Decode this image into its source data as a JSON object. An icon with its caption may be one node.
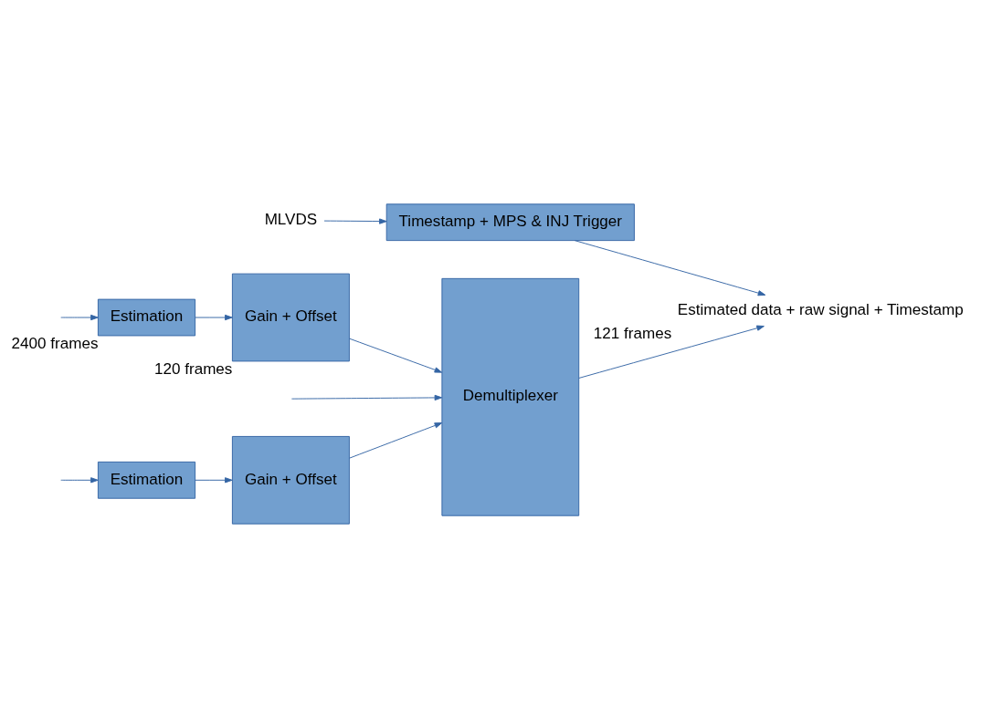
{
  "diagram": {
    "nodes": [
      {
        "text": [
          "Estimation"
        ]
      },
      {
        "text": [
          "Gain + Offset"
        ]
      },
      {
        "text": [
          "Demultiplexer"
        ]
      },
      {
        "text": [
          "Estimation"
        ],
        "beside": [
          "2400 frames"
        ]
      },
      {
        "text": [
          "Gain + Offset"
        ],
        "beside": [
          "120 frames"
        ]
      },
      {
        "text": [
          "Timestamp + MPS & INJ Trigger"
        ]
      },
      {
        "text": [
          "Estimated data + raw signal + Timestamp"
        ],
        "beside": [
          "121 frames"
        ]
      },
      {
        "text": [
          "MLVDS"
        ]
      }
    ],
    "edges": [
      {
        "from": null,
        "to": 0,
        "arrow": "to"
      },
      {
        "from": 0,
        "to": 1,
        "arrow": "to"
      },
      {
        "from": 1,
        "to": 2,
        "arrow": "to"
      },
      {
        "from": null,
        "to": 2,
        "arrow": "to"
      },
      {
        "from": null,
        "to": 3,
        "arrow": "to"
      },
      {
        "from": 3,
        "to": 4,
        "arrow": "to"
      },
      {
        "from": 4,
        "to": 2,
        "arrow": "to"
      },
      {
        "from": 2,
        "to": 6,
        "arrow": "to"
      },
      {
        "from": 5,
        "to": 6,
        "arrow": "to"
      },
      {
        "from": 7,
        "to": 5,
        "arrow": "to"
      }
    ]
  }
}
